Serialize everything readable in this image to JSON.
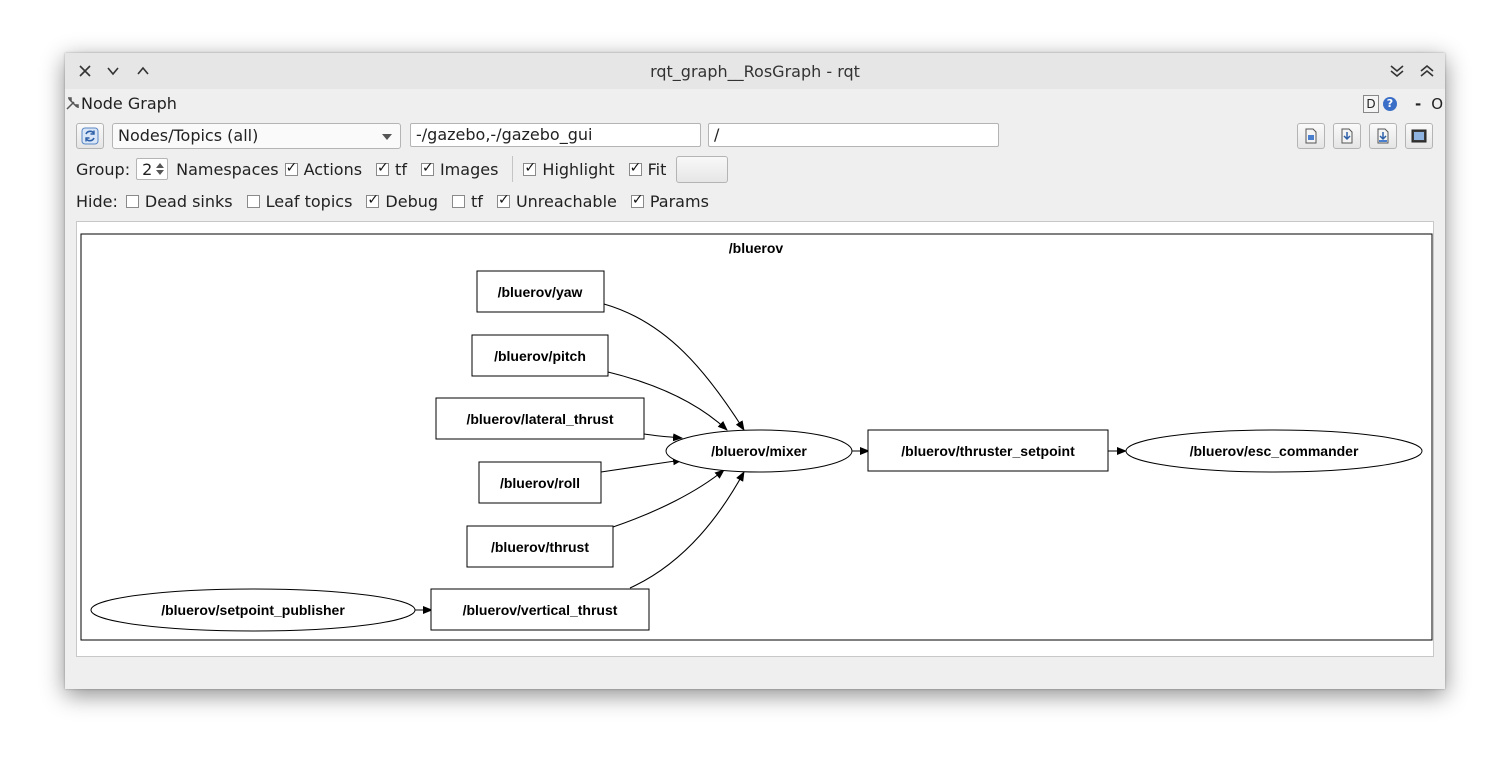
{
  "window": {
    "title": "rqt_graph__RosGraph - rqt"
  },
  "dock": {
    "title": "Node Graph",
    "d_label": "D",
    "help_label": "?",
    "minus_label": "-",
    "o_label": "O"
  },
  "toolbar": {
    "combo_value": "Nodes/Topics (all)",
    "filter_value": "-/gazebo,-/gazebo_gui",
    "topic_filter_value": "/"
  },
  "options": {
    "group_label": "Group:",
    "group_value": "2",
    "namespaces_label": "Namespaces",
    "actions": {
      "label": "Actions",
      "checked": true
    },
    "tf": {
      "label": "tf",
      "checked": true
    },
    "images": {
      "label": "Images",
      "checked": true
    },
    "highlight": {
      "label": "Highlight",
      "checked": true
    },
    "fit": {
      "label": "Fit",
      "checked": true
    }
  },
  "hide": {
    "label": "Hide:",
    "dead_sinks": {
      "label": "Dead sinks",
      "checked": false
    },
    "leaf_topics": {
      "label": "Leaf topics",
      "checked": false
    },
    "debug": {
      "label": "Debug",
      "checked": true
    },
    "tf": {
      "label": "tf",
      "checked": false
    },
    "unreachable": {
      "label": "Unreachable",
      "checked": true
    },
    "params": {
      "label": "Params",
      "checked": true
    }
  },
  "graph": {
    "namespace_label": "/bluerov",
    "topics": {
      "yaw": "/bluerov/yaw",
      "pitch": "/bluerov/pitch",
      "lateral_thrust": "/bluerov/lateral_thrust",
      "roll": "/bluerov/roll",
      "thrust": "/bluerov/thrust",
      "vertical_thrust": "/bluerov/vertical_thrust",
      "thruster_setpoint": "/bluerov/thruster_setpoint"
    },
    "nodes": {
      "mixer": "/bluerov/mixer",
      "esc_commander": "/bluerov/esc_commander",
      "setpoint_publisher": "/bluerov/setpoint_publisher"
    }
  }
}
